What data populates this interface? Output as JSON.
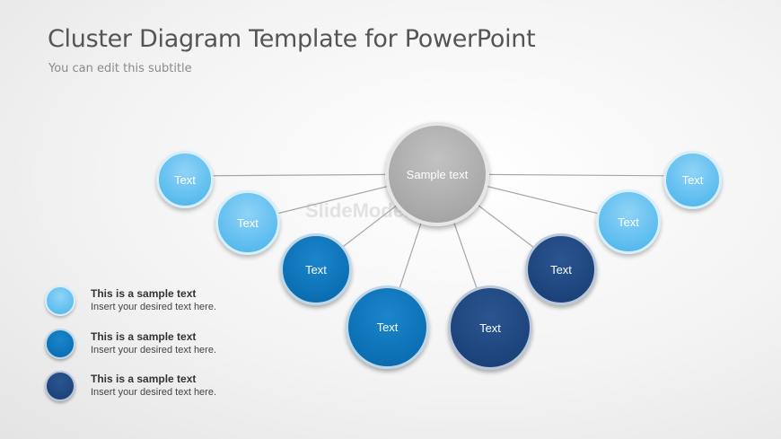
{
  "title": "Cluster Diagram Template for PowerPoint",
  "subtitle": "You can edit this subtitle",
  "center": {
    "label": "Sample text"
  },
  "nodes": [
    {
      "label": "Text",
      "tone": "light"
    },
    {
      "label": "Text",
      "tone": "light"
    },
    {
      "label": "Text",
      "tone": "mid"
    },
    {
      "label": "Text",
      "tone": "mid"
    },
    {
      "label": "Text",
      "tone": "dark"
    },
    {
      "label": "Text",
      "tone": "dark"
    },
    {
      "label": "Text",
      "tone": "light"
    },
    {
      "label": "Text",
      "tone": "light"
    }
  ],
  "legend": [
    {
      "tone": "light",
      "heading": "This is a sample text",
      "description": "Insert your desired text here."
    },
    {
      "tone": "mid",
      "heading": "This is a sample text",
      "description": "Insert your desired text here."
    },
    {
      "tone": "dark",
      "heading": "This is a sample text",
      "description": "Insert your desired text here."
    }
  ],
  "watermark": "SlideModel",
  "colors": {
    "light": "#5bbcee",
    "mid": "#0c6fb3",
    "dark": "#1d437b",
    "center": "#a8a8a8"
  }
}
